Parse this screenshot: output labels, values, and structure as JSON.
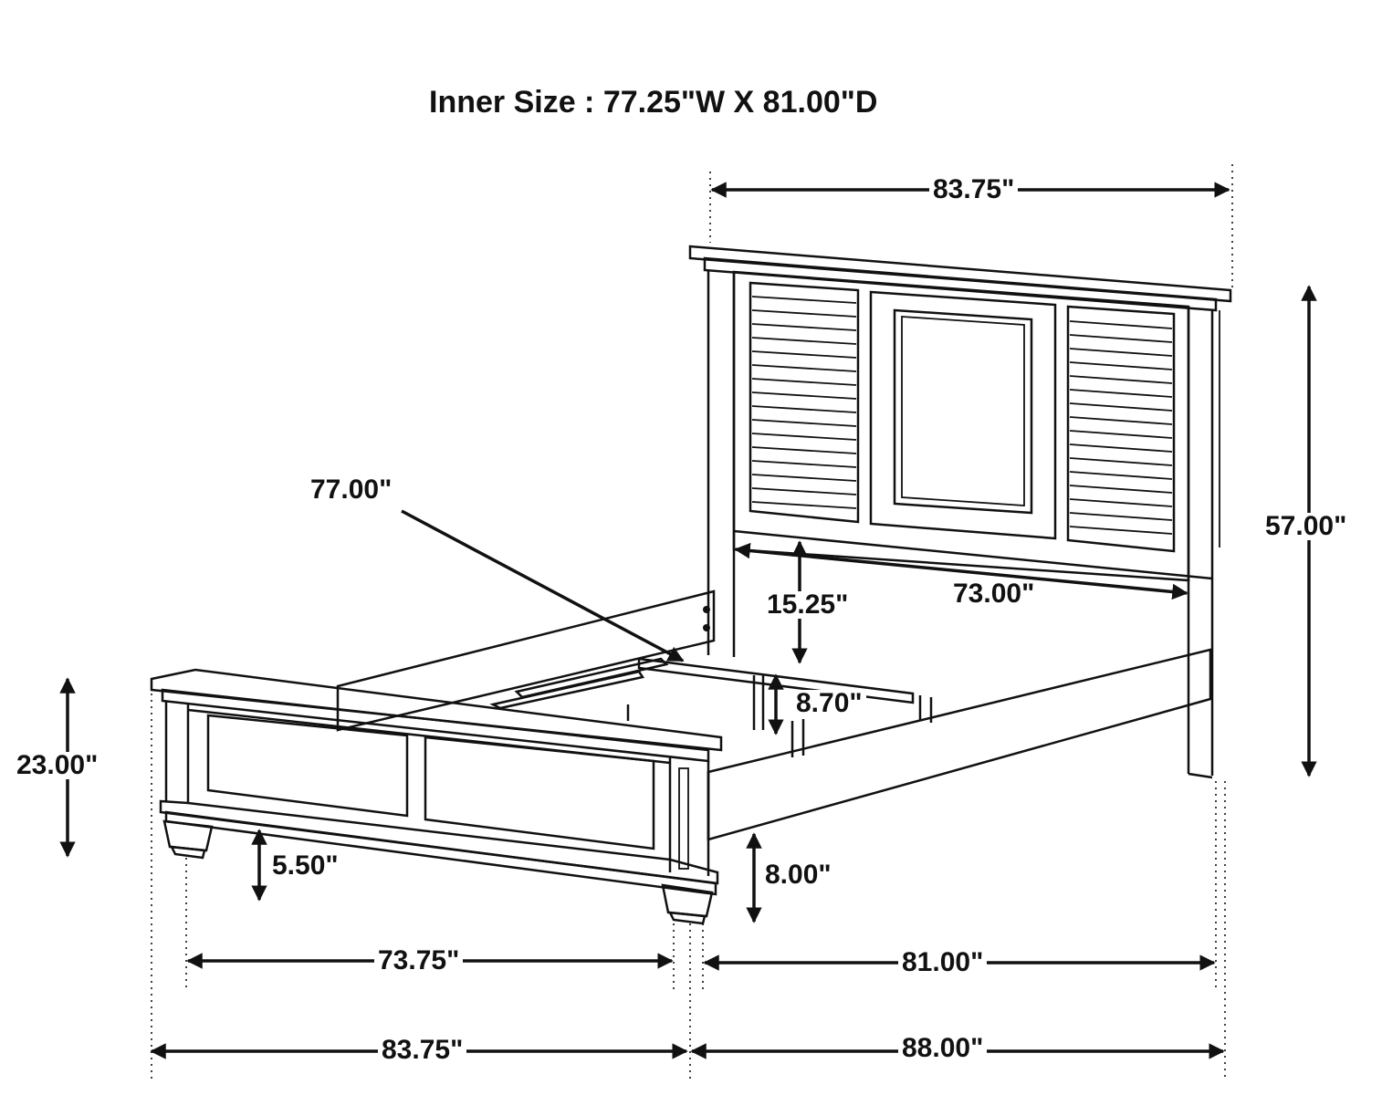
{
  "title": "Inner Size : 77.25\"W X 81.00\"D",
  "dimensions": {
    "headboard_width": "83.75\"",
    "headboard_height": "57.00\"",
    "rail_length": "77.00\"",
    "inner_width": "73.00\"",
    "headboard_clearance": "15.25\"",
    "rail_height": "8.70\"",
    "footboard_height": "23.00\"",
    "foot_height": "5.50\"",
    "side_clearance": "8.00\"",
    "foot_spacing": "73.75\"",
    "inner_length": "81.00\"",
    "overall_width": "83.75\"",
    "overall_length": "88.00\""
  }
}
